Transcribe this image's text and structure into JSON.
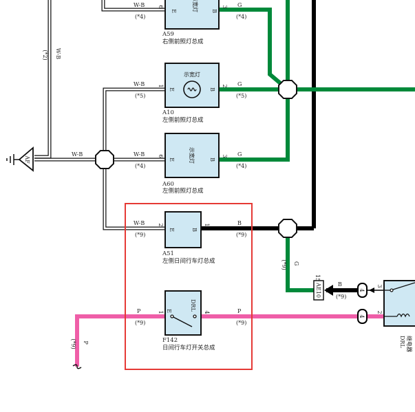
{
  "components": {
    "a59": {
      "code": "A59",
      "name": "右侧前照灯总成",
      "inner": "示宽灯",
      "pin_in": "6",
      "pin_out": "3",
      "pin_e": "E",
      "pin_b": "B"
    },
    "a10": {
      "code": "A10",
      "name": "左侧前照灯总成",
      "inner": "示宽灯",
      "pin_in": "1",
      "pin_out": "2",
      "pin_e": "E",
      "pin_b": "B"
    },
    "a60": {
      "code": "A60",
      "name": "左侧前照灯总成",
      "inner": "示宽灯",
      "pin_in": "6",
      "pin_out": "3",
      "pin_e": "E",
      "pin_b": "B"
    },
    "a51": {
      "code": "A51",
      "name": "左侧日间行车灯总成",
      "pin_in": "2",
      "pin_out": "1",
      "pin_e": "E",
      "pin_b": "B"
    },
    "f142": {
      "code": "F142",
      "name": "日间行车灯开关总成",
      "inner": "DRL",
      "pin_in": "1",
      "pin_out": "4",
      "pin_e": "E"
    },
    "relay": {
      "name": "DRL\n继电器",
      "pin_top": "3",
      "pin_bottom": "2"
    },
    "connector": {
      "code": "AE10",
      "pin": "15"
    },
    "ground": {
      "code": "AF"
    }
  },
  "wires": {
    "wb": "W-B",
    "g": "G",
    "b": "B",
    "p": "P",
    "n2": "(*2)",
    "n4": "(*4)",
    "n5": "(*5)",
    "n9": "(*9)",
    "c4": "4"
  },
  "colors": {
    "green": "#00893a",
    "black": "#000000",
    "pink": "#ef5ea8",
    "fill": "#cfe8f3",
    "highlight": "#e53935"
  }
}
